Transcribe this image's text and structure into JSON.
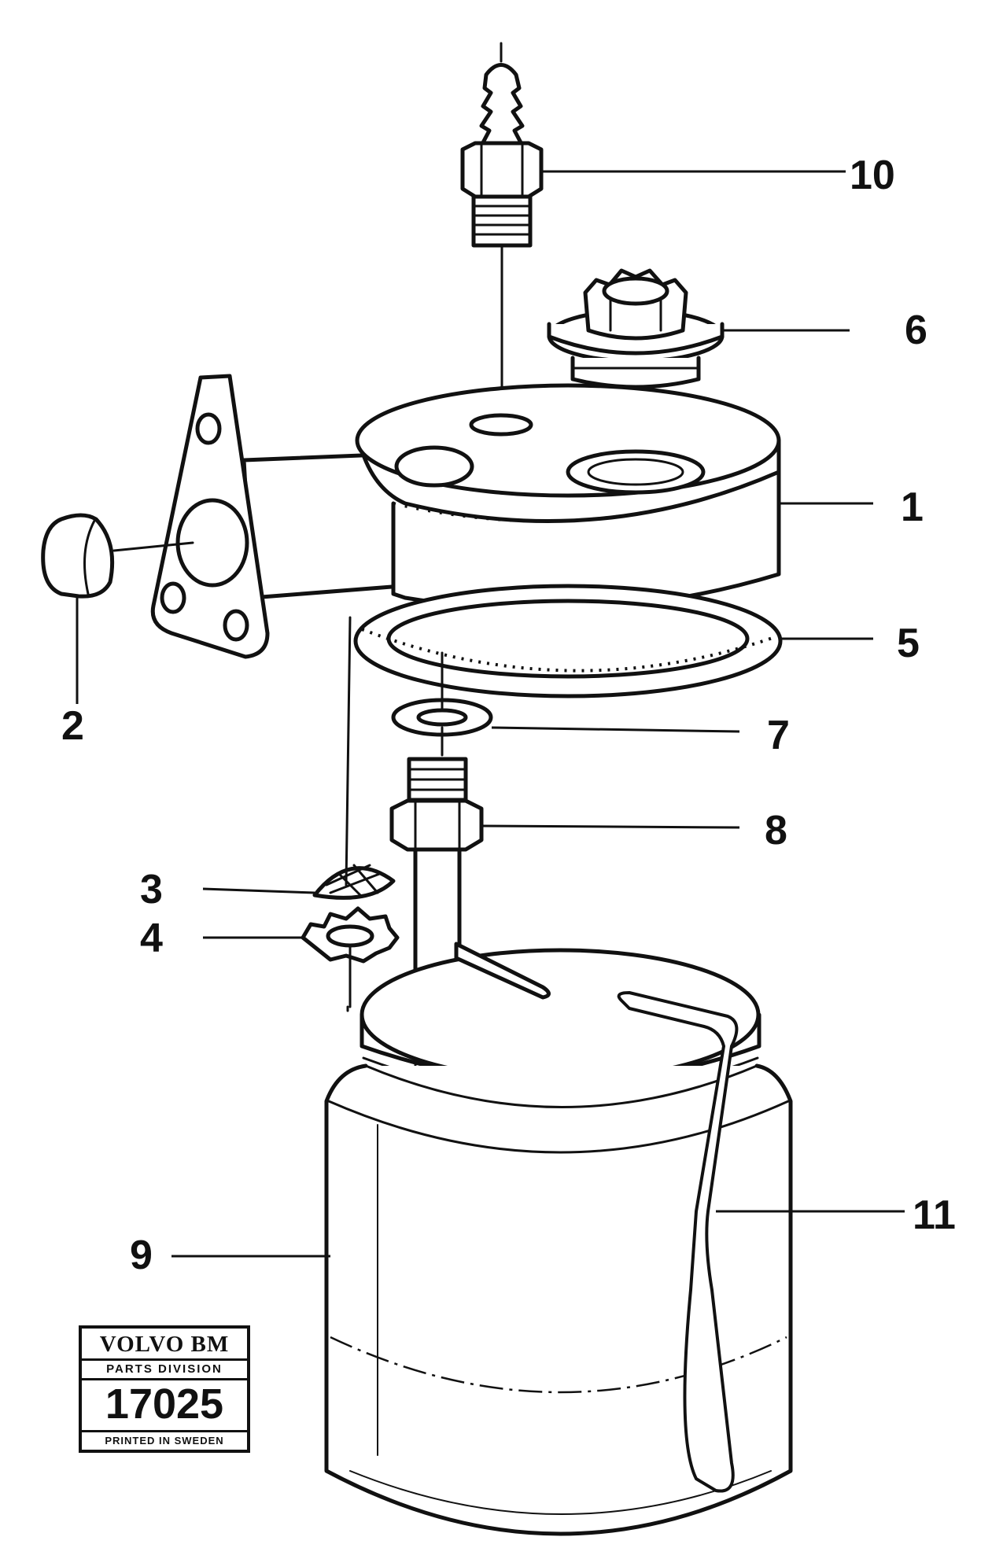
{
  "callouts": {
    "c1": "1",
    "c2": "2",
    "c3": "3",
    "c4": "4",
    "c5": "5",
    "c6": "6",
    "c7": "7",
    "c8": "8",
    "c9": "9",
    "c10": "10",
    "c11": "11"
  },
  "stamp": {
    "brand": "VOLVO BM",
    "division": "PARTS DIVISION",
    "number": "17025",
    "footer": "PRINTED IN SWEDEN"
  }
}
